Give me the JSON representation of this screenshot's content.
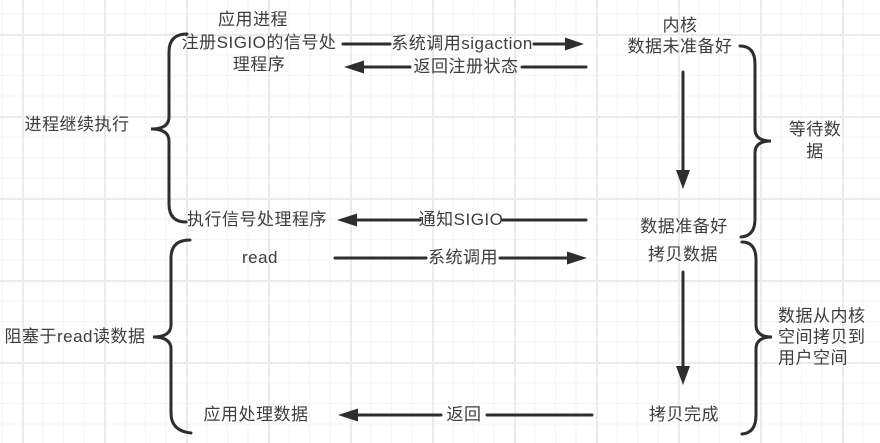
{
  "app": {
    "process_header": "应用进程",
    "register_handler": "注册SIGIO的信号处\n理程序",
    "execute_handler": "执行信号处理程序",
    "read_call": "read",
    "process_data": "应用处理数据"
  },
  "kernel": {
    "header": "内核",
    "data_not_ready": "数据未准备好",
    "data_ready": "数据准备好",
    "copy_data": "拷贝数据",
    "copy_complete": "拷贝完成"
  },
  "phases": {
    "process_continues": "进程继续执行",
    "blocked_on_read": "阻塞于read读数据",
    "wait_for_data": "等待数据",
    "copy_kernel_to_user": "数据从内核\n空间拷贝到\n用户空间"
  },
  "arrows": {
    "syscall_sigaction": "系统调用sigaction",
    "return_register_status": "返回注册状态",
    "notify_sigio": "通知SIGIO",
    "syscall": "系统调用",
    "return_from_kernel": "返回"
  },
  "colors": {
    "stroke": "#2e2e2e",
    "text": "#3d3d3d",
    "background": "#ffffff",
    "grid_minor": "#f5f5f5",
    "grid_major": "#ebebeb"
  }
}
